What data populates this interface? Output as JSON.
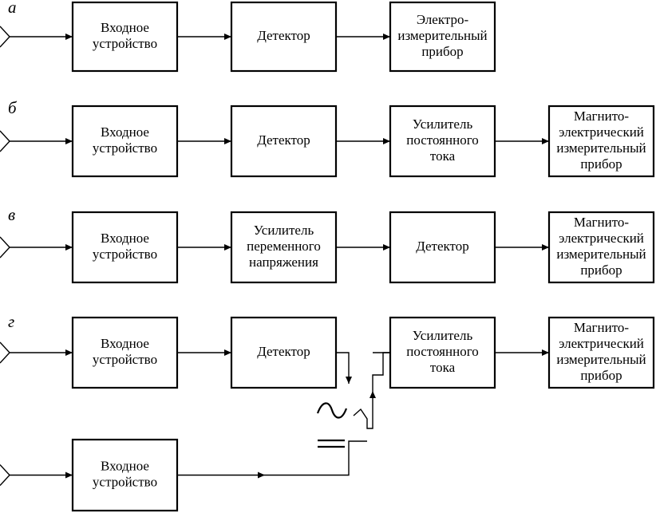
{
  "rows": {
    "a": {
      "tag": "а",
      "blocks": [
        [
          "Входное",
          "устройство"
        ],
        [
          "Детектор"
        ],
        [
          "Электро-",
          "измерительный",
          "прибор"
        ]
      ]
    },
    "b": {
      "tag": "б",
      "blocks": [
        [
          "Входное",
          "устройство"
        ],
        [
          "Детектор"
        ],
        [
          "Усилитель",
          "постоянного",
          "тока"
        ],
        [
          "Магнито-",
          "электрический",
          "измерительный",
          "прибор"
        ]
      ]
    },
    "v": {
      "tag": "в",
      "blocks": [
        [
          "Входное",
          "устройство"
        ],
        [
          "Усилитель",
          "переменного",
          "напряжения"
        ],
        [
          "Детектор"
        ],
        [
          "Магнито-",
          "электрический",
          "измерительный",
          "прибор"
        ]
      ]
    },
    "g": {
      "tag": "г",
      "blocks": [
        [
          "Входное",
          "устройство"
        ],
        [
          "Детектор"
        ],
        [
          "Усилитель",
          "постоянного",
          "тока"
        ],
        [
          "Магнито-",
          "электрический",
          "измерительный",
          "прибор"
        ]
      ]
    },
    "g2": {
      "blocks": [
        [
          "Входное",
          "устройство"
        ]
      ]
    }
  },
  "symbols": {
    "ac": "ac-sine-symbol",
    "dc": "dc-double-line-symbol"
  }
}
